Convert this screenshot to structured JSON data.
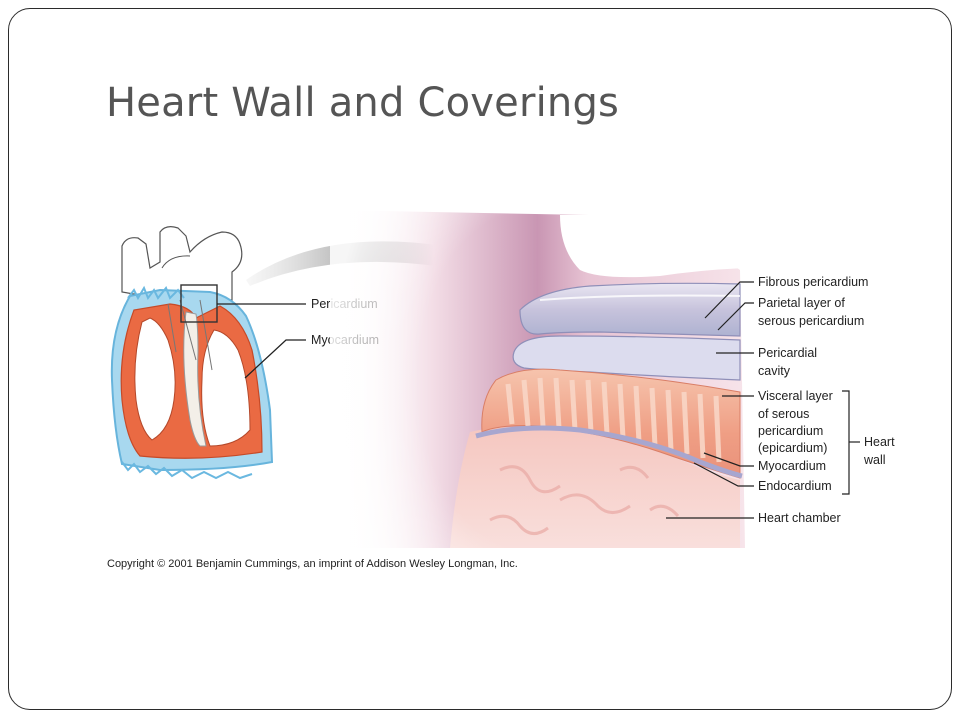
{
  "slide": {
    "title": "Heart Wall and Coverings"
  },
  "figure": {
    "left_labels": {
      "pericardium": "Pericardium",
      "myocardium": "Myocardium"
    },
    "right_labels": {
      "fibrous_pericardium": "Fibrous pericardium",
      "parietal_layer_1": "Parietal layer of",
      "parietal_layer_2": "serous pericardium",
      "pericardial_cavity_1": "Pericardial",
      "pericardial_cavity_2": "cavity",
      "visceral_layer_1": "Visceral layer",
      "visceral_layer_2": "of serous",
      "visceral_layer_3": "pericardium",
      "visceral_layer_4": "(epicardium)",
      "myocardium": "Myocardium",
      "endocardium": "Endocardium",
      "heart_chamber": "Heart chamber"
    },
    "bracket_label": {
      "line1": "Heart",
      "line2": "wall"
    },
    "copyright": "Copyright © 2001 Benjamin Cummings, an imprint of Addison Wesley Longman, Inc."
  },
  "colors": {
    "title": "#555555",
    "myocardium_left": "#e8613a",
    "pericardium_blue": "#8ccdea",
    "muscle_pink": "#f2a58a",
    "tissue_purple": "#b98aa6"
  }
}
